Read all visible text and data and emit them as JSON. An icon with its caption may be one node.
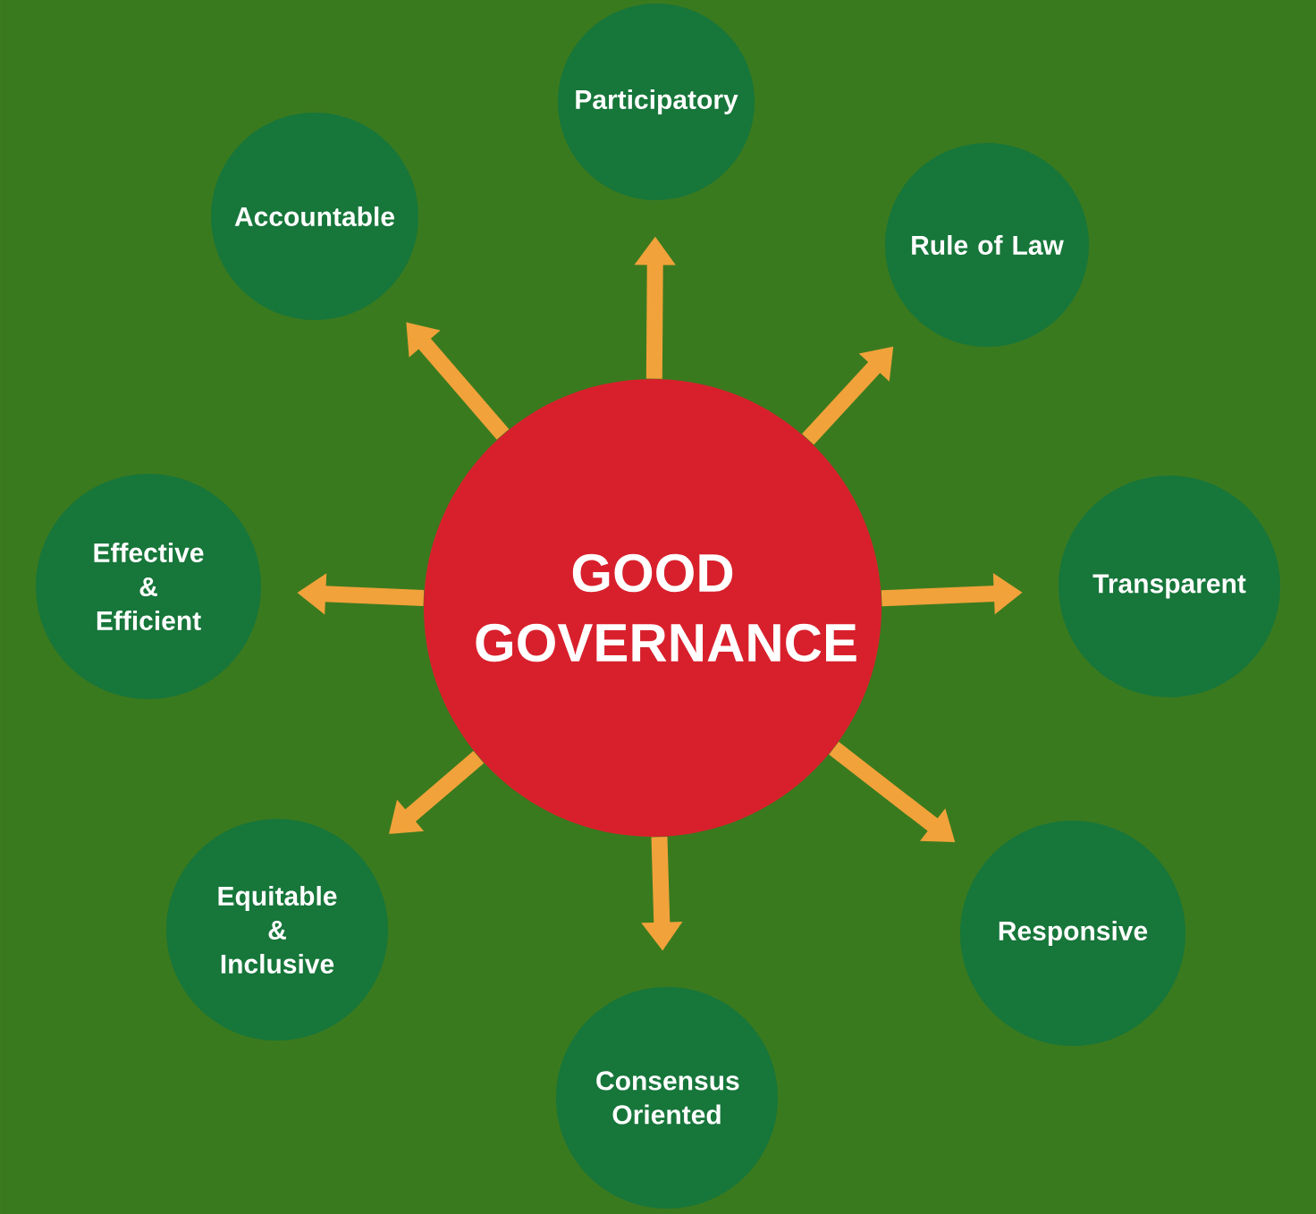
{
  "diagram": {
    "nodes": [
      {
        "text": [
          "GOOD GOVERNANCE"
        ]
      },
      {
        "text": [
          "Participatory"
        ]
      },
      {
        "text": [
          "Accountable"
        ]
      },
      {
        "text": [
          "Rule of Law"
        ]
      },
      {
        "text": [
          "Effective & Efficient"
        ]
      },
      {
        "text": [
          "Transparent"
        ]
      },
      {
        "text": [
          "Equitable & Inclusive"
        ]
      },
      {
        "text": [
          "Responsive"
        ]
      },
      {
        "text": [
          "Consensus Oriented"
        ]
      }
    ],
    "edges": [
      {
        "from": 0,
        "to": 1,
        "arrow": "to"
      },
      {
        "from": 0,
        "to": 2,
        "arrow": "to"
      },
      {
        "from": 0,
        "to": 3,
        "arrow": "to"
      },
      {
        "from": 0,
        "to": 4,
        "arrow": "to"
      },
      {
        "from": 0,
        "to": 5,
        "arrow": "to"
      },
      {
        "from": 0,
        "to": 6,
        "arrow": "to"
      },
      {
        "from": 0,
        "to": 7,
        "arrow": "to"
      },
      {
        "from": 0,
        "to": 8,
        "arrow": "to"
      }
    ]
  }
}
